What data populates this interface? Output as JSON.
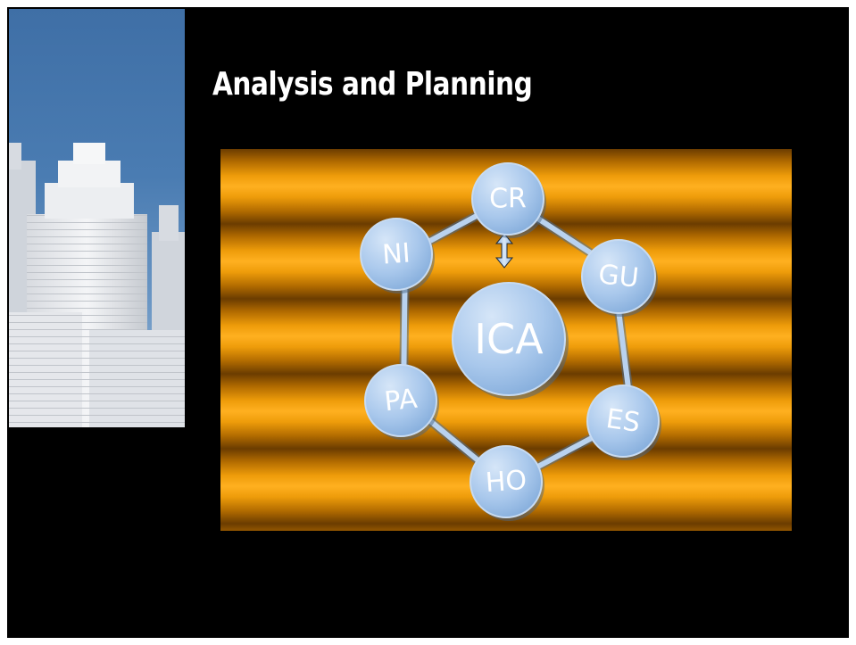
{
  "title": "Analysis and Planning",
  "diagram": {
    "center": {
      "label": "ICA"
    },
    "nodes": [
      {
        "label": "CR"
      },
      {
        "label": "GU"
      },
      {
        "label": "ES"
      },
      {
        "label": "HO"
      },
      {
        "label": "PA"
      },
      {
        "label": "NI"
      }
    ]
  },
  "colors": {
    "background": "#000000",
    "title_text": "#ffffff",
    "node_fill": "#a9c8ec",
    "node_text": "#ffffff",
    "panel_gold": "#f5a20f",
    "panel_dark": "#6b3c00"
  }
}
